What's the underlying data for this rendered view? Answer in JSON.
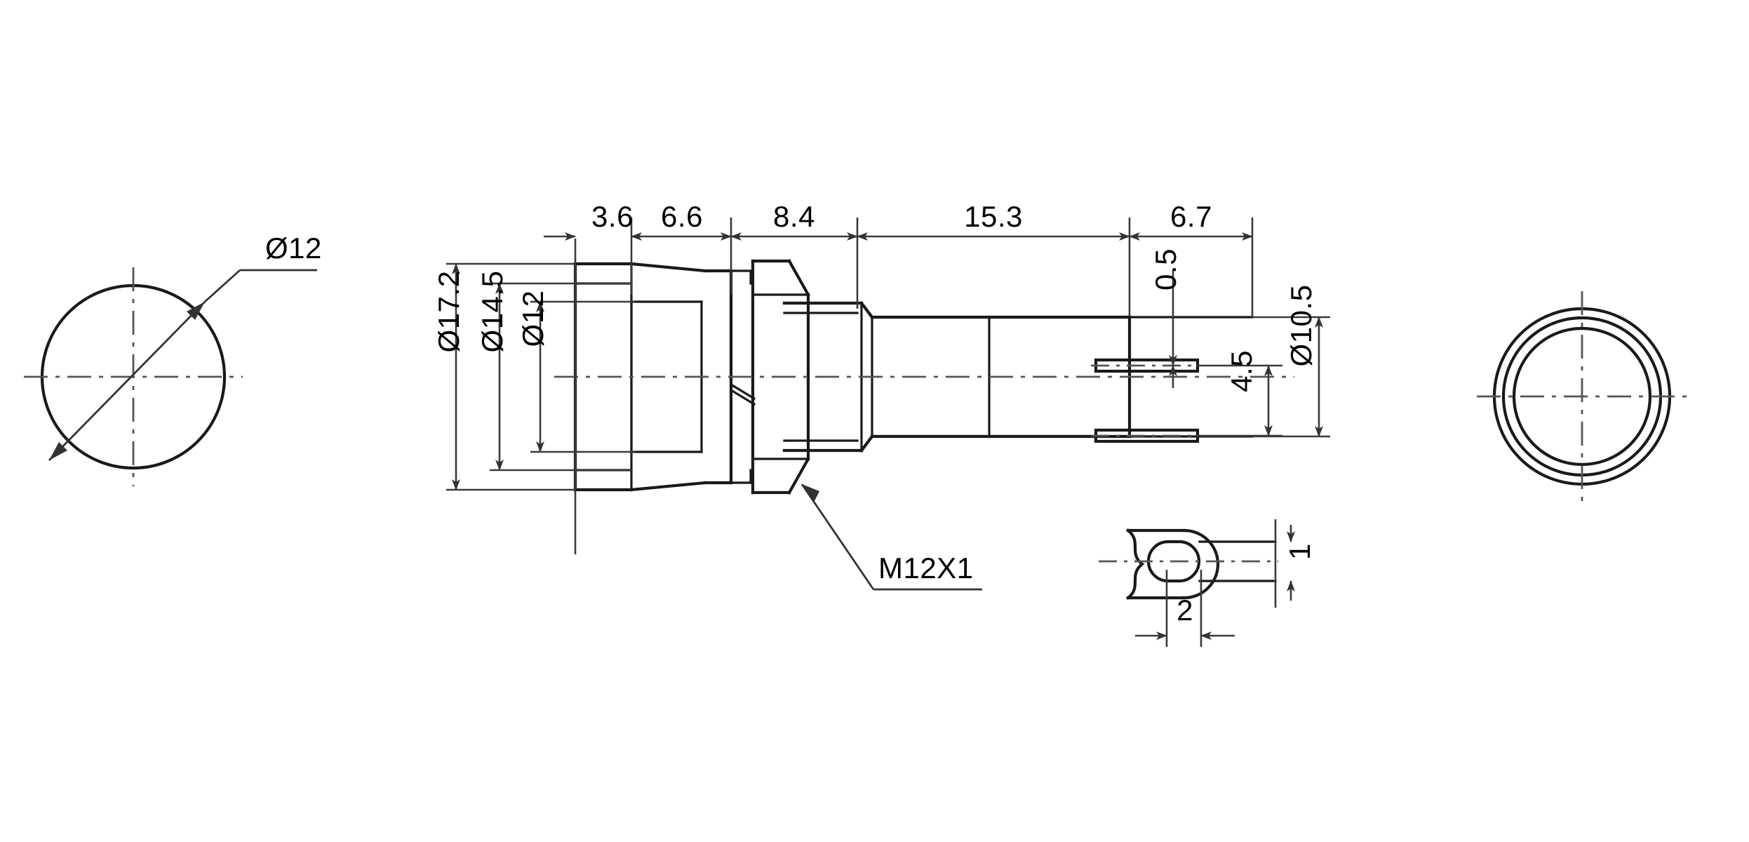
{
  "drawing": {
    "title": "Push button switch technical drawing",
    "views": {
      "left_view": {
        "name": "front-circle-view",
        "callout": "Ø12"
      },
      "section_view": {
        "name": "longitudinal-section-view",
        "thread_label": "M12X1"
      },
      "terminal_detail": {
        "name": "terminal-cross-section-detail",
        "width_label": "2",
        "thickness_label": "1"
      },
      "right_view": {
        "name": "rear-circle-view"
      }
    },
    "horizontal_dimensions": [
      {
        "label": "3.6",
        "value": 3.6
      },
      {
        "label": "6.6",
        "value": 6.6
      },
      {
        "label": "8.4",
        "value": 8.4
      },
      {
        "label": "15.3",
        "value": 15.3
      },
      {
        "label": "6.7",
        "value": 6.7
      }
    ],
    "vertical_dimensions": [
      {
        "label": "Ø17.2",
        "value": 17.2
      },
      {
        "label": "Ø14.5",
        "value": 14.5
      },
      {
        "label": "Ø12",
        "value": 12
      },
      {
        "label": "0.5",
        "value": 0.5
      },
      {
        "label": "4.5",
        "value": 4.5
      },
      {
        "label": "Ø10.5",
        "value": 10.5
      }
    ],
    "colors": {
      "line": "#1a1a1a",
      "dimension": "#3a3a3a",
      "centerline": "#555555",
      "background": "#ffffff"
    }
  }
}
